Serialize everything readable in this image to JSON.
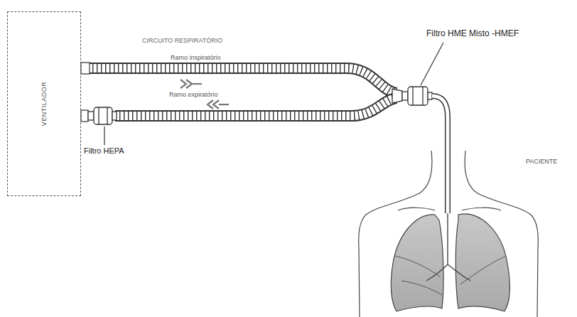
{
  "diagram": {
    "nodes": [
      {
        "text": [
          "VENTILADOR"
        ]
      }
    ],
    "edges": [],
    "labels": [
      "CIRCUITO RESPIRATÓRIO",
      "Ramo inspiratório",
      "Ramo expiratório",
      "Filtro HME Misto -HMEF",
      "Filtro HEPA",
      "PACIENTE"
    ]
  }
}
